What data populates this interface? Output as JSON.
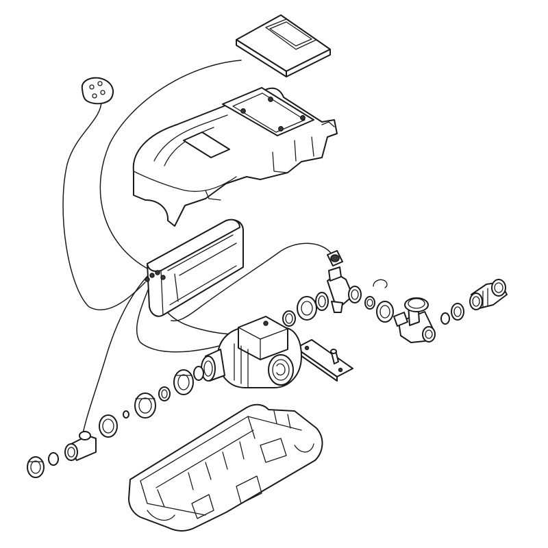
{
  "figure": {
    "background": "#ffffff",
    "line_color": "#1a1a1a",
    "shade_color": "#e6e6e6"
  },
  "parts": [
    "remote-control-display",
    "sensor-probe",
    "top-cover",
    "control-box",
    "circulation-pump",
    "mounting-bracket",
    "check-valve",
    "pressure-gauge-tee",
    "elbow-fitting",
    "base-housing"
  ]
}
